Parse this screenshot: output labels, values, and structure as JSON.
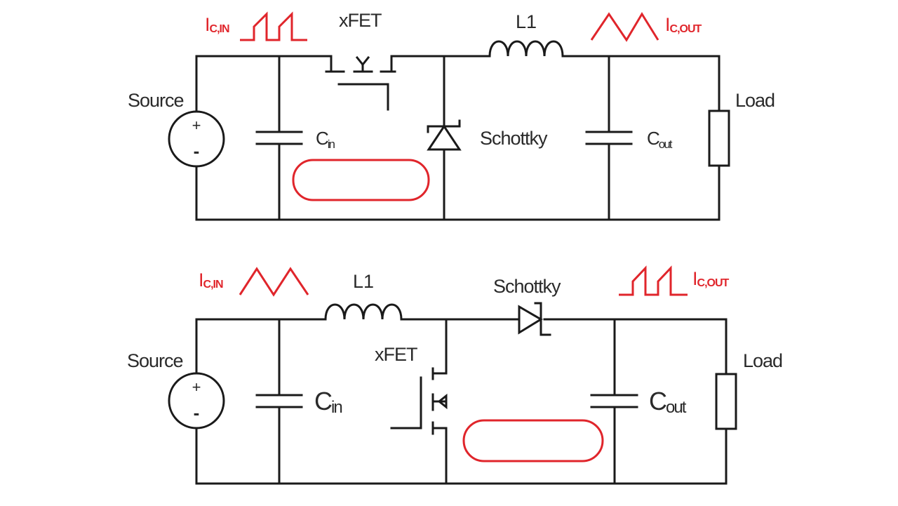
{
  "diagrams": [
    {
      "name": "buck-converter",
      "labels": {
        "source": "Source",
        "plus": "+",
        "minus": "-",
        "cin": "C",
        "cin_sub": "in",
        "xfet": "xFET",
        "inductor": "L1",
        "diode": "Schottky",
        "cout": "C",
        "cout_sub": "out",
        "load": "Load",
        "ic_in_main": "I",
        "ic_in_sub": "C,IN",
        "ic_out_main": "I",
        "ic_out_sub": "C,OUT"
      },
      "ic_in_waveform": "pulsed",
      "ic_out_waveform": "triangular",
      "hot_loop": "input-loop"
    },
    {
      "name": "boost-converter",
      "labels": {
        "source": "Source",
        "plus": "+",
        "minus": "-",
        "cin": "C",
        "cin_sub": "in",
        "xfet": "xFET",
        "inductor": "L1",
        "diode": "Schottky",
        "cout": "C",
        "cout_sub": "out",
        "load": "Load",
        "ic_in_main": "I",
        "ic_in_sub": "C,IN",
        "ic_out_main": "I",
        "ic_out_sub": "C,OUT"
      },
      "ic_in_waveform": "triangular",
      "ic_out_waveform": "pulsed",
      "hot_loop": "output-loop"
    }
  ],
  "colors": {
    "wire": "#1a1a1a",
    "highlight": "#e0252b",
    "background": "#ffffff"
  }
}
